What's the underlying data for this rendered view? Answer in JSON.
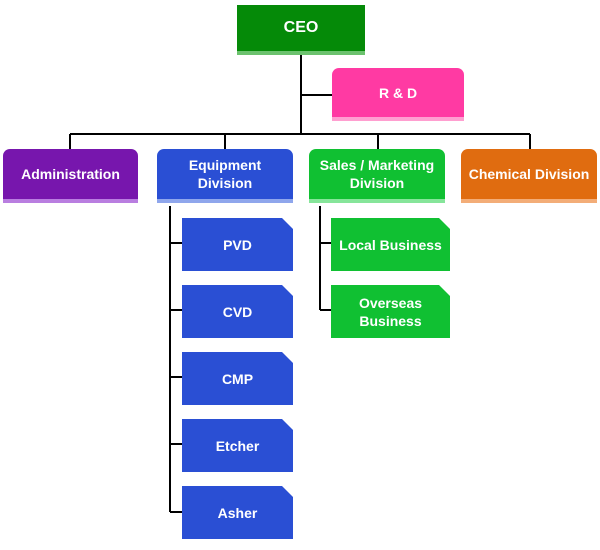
{
  "chart": {
    "ceo": "CEO",
    "rnd": "R & D",
    "divisions": [
      {
        "label": "Administration"
      },
      {
        "label": "Equipment Division"
      },
      {
        "label": "Sales / Marketing Division"
      },
      {
        "label": "Chemical Division"
      }
    ],
    "equipment_units": [
      "PVD",
      "CVD",
      "CMP",
      "Etcher",
      "Asher"
    ],
    "sales_units": [
      "Local Business",
      "Overseas Business"
    ]
  },
  "colors": {
    "ceo": "#058a08",
    "rnd": "#ff3aa3",
    "administration": "#7716ad",
    "equipment": "#2a4fd4",
    "sales": "#10c032",
    "chemical": "#e06c10",
    "connector": "#000000"
  }
}
